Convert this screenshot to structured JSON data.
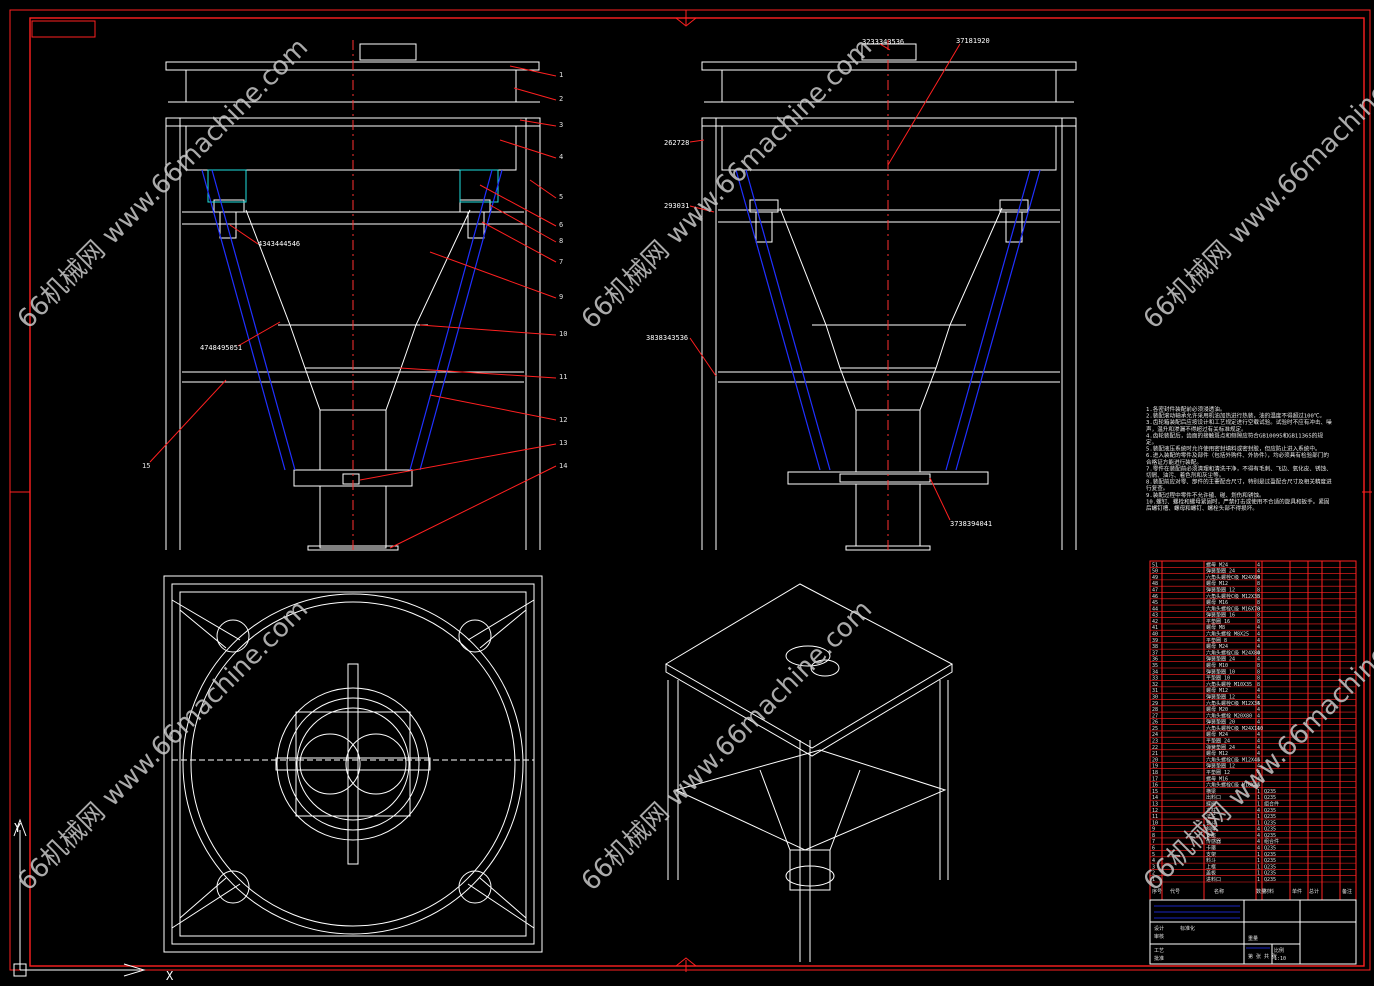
{
  "colors": {
    "background": "#000000",
    "frame": "#ff2020",
    "geometry": "#ffffff",
    "hidden_lines": "#2030ff",
    "center_lines": "#ff3030",
    "leaders": "#ff2020",
    "clamps": "#20e0e0",
    "watermark": "#c8c8c8"
  },
  "watermark": {
    "text": "66机械网 www.66machine.com"
  },
  "front_view": {
    "part_numbers": [
      "1",
      "2",
      "3",
      "4",
      "5",
      "6",
      "8",
      "7",
      "9",
      "10",
      "11",
      "12",
      "13",
      "14",
      "15"
    ],
    "labels": [
      "4343444546",
      "4748495051"
    ]
  },
  "side_view": {
    "labels": [
      "3233343536",
      "37181920",
      "262728",
      "293031",
      "3838343536",
      "3738394041"
    ]
  },
  "notes": [
    "1.各密封件装配前必须浸透油。",
    "2.装配滚动轴承允许采用机油加热进行热装，油的温度不得超过100℃。",
    "3.齿轮箱装配后应按设计和工艺规定进行空载试验。试验时不应有冲击、噪",
    "  声，温升和渗漏不得超过有关标准规定。",
    "4.齿轮装配后，齿面的接触斑点和侧隙应符合GB10095和GB11365的规",
    "  定。",
    "5.装配液压系统时允许使用密封填料或密封胶，但应防止进入系统中。",
    "6.进入装配的零件及部件（包括外购件、外协件），均必须具有检验部门的",
    "  合格证方能进行装配。",
    "7.零件在装配前必须清理和清洗干净，不得有毛刺、飞边、氧化皮、锈蚀、",
    "  切屑、油污、着色剂和灰尘等。",
    "8.装配前应对零、部件的主要配合尺寸，特别是过盈配合尺寸及相关精度进",
    "  行复查。",
    "9.装配过程中零件不允许磕、碰、划伤和锈蚀。",
    "10.螺钉、螺栓和螺母紧固时，严禁打击或使用不合适的旋具和扳手。紧固",
    "  后螺钉槽、螺母和螺钉、螺栓头部不得损坏。"
  ],
  "bom": {
    "headers": [
      "序号",
      "代号",
      "名称",
      "数量",
      "材料",
      "单件",
      "总计",
      "备注"
    ],
    "rows": [
      {
        "no": "51",
        "name": "螺母 M24",
        "qty": "4"
      },
      {
        "no": "50",
        "name": "弹簧垫圈 24",
        "qty": "4"
      },
      {
        "no": "49",
        "name": "六角头螺栓C级 M24X80",
        "qty": "4"
      },
      {
        "no": "48",
        "name": "螺母 M12",
        "qty": "8"
      },
      {
        "no": "47",
        "name": "弹簧垫圈 12",
        "qty": "8"
      },
      {
        "no": "46",
        "name": "六角头螺栓C级 M12X35",
        "qty": "8"
      },
      {
        "no": "45",
        "name": "螺母 M16",
        "qty": "8"
      },
      {
        "no": "44",
        "name": "六角头螺栓C级 M16X70",
        "qty": "8"
      },
      {
        "no": "43",
        "name": "弹簧垫圈 16",
        "qty": "8"
      },
      {
        "no": "42",
        "name": "平垫圈 16",
        "qty": "8"
      },
      {
        "no": "41",
        "name": "螺母 M8",
        "qty": "4"
      },
      {
        "no": "40",
        "name": "六角头螺栓 M8X25",
        "qty": "4"
      },
      {
        "no": "39",
        "name": "平垫圈 8",
        "qty": "4"
      },
      {
        "no": "38",
        "name": "螺母 M24",
        "qty": "4"
      },
      {
        "no": "37",
        "name": "六角头螺栓C级 M24X80",
        "qty": "4"
      },
      {
        "no": "36",
        "name": "弹簧垫圈 24",
        "qty": "4"
      },
      {
        "no": "35",
        "name": "螺母 M10",
        "qty": "8"
      },
      {
        "no": "34",
        "name": "弹簧垫圈 10",
        "qty": "8"
      },
      {
        "no": "33",
        "name": "平垫圈 10",
        "qty": "8"
      },
      {
        "no": "32",
        "name": "六角头螺栓 M10X35",
        "qty": "8"
      },
      {
        "no": "31",
        "name": "螺母 M12",
        "qty": "4"
      },
      {
        "no": "30",
        "name": "弹簧垫圈 12",
        "qty": "4"
      },
      {
        "no": "29",
        "name": "六角头螺栓C级 M12X35",
        "qty": "4"
      },
      {
        "no": "28",
        "name": "螺母 M20",
        "qty": "4"
      },
      {
        "no": "27",
        "name": "六角头螺栓 M20X80",
        "qty": "4"
      },
      {
        "no": "26",
        "name": "弹簧垫圈 20",
        "qty": "4"
      },
      {
        "no": "25",
        "name": "六角头螺栓C级 M24X110",
        "qty": "4"
      },
      {
        "no": "24",
        "name": "螺母 M24",
        "qty": "4"
      },
      {
        "no": "23",
        "name": "平垫圈 24",
        "qty": "4"
      },
      {
        "no": "22",
        "name": "弹簧垫圈 24",
        "qty": "4"
      },
      {
        "no": "21",
        "name": "螺母 M12",
        "qty": "4"
      },
      {
        "no": "20",
        "name": "六角头螺栓C级 M12X45",
        "qty": "4"
      },
      {
        "no": "19",
        "name": "弹簧垫圈 12",
        "qty": "4"
      },
      {
        "no": "18",
        "name": "平垫圈 12",
        "qty": "4"
      },
      {
        "no": "17",
        "name": "螺母 M16",
        "qty": "4"
      },
      {
        "no": "16",
        "name": "六角头螺栓C级 M16X45",
        "qty": "4"
      },
      {
        "no": "15",
        "name": "横梁",
        "qty": "1",
        "mat": "Q235"
      },
      {
        "no": "14",
        "name": "出料口",
        "qty": "1",
        "mat": "Q235"
      },
      {
        "no": "13",
        "name": "蝶阀",
        "qty": "1",
        "mat": "组合件"
      },
      {
        "no": "12",
        "name": "立柱",
        "qty": "4",
        "mat": "Q235"
      },
      {
        "no": "11",
        "name": "法兰",
        "qty": "1",
        "mat": "Q235"
      },
      {
        "no": "10",
        "name": "锥斗",
        "qty": "1",
        "mat": "Q235"
      },
      {
        "no": "9",
        "name": "斜撑",
        "qty": "4",
        "mat": "Q235"
      },
      {
        "no": "8",
        "name": "支座",
        "qty": "4",
        "mat": "Q235"
      },
      {
        "no": "7",
        "name": "传感器",
        "qty": "4",
        "mat": "组合件"
      },
      {
        "no": "6",
        "name": "卡箍",
        "qty": "4",
        "mat": "Q235"
      },
      {
        "no": "5",
        "name": "支架",
        "qty": "1",
        "mat": "Q235"
      },
      {
        "no": "4",
        "name": "料斗",
        "qty": "1",
        "mat": "Q235"
      },
      {
        "no": "3",
        "name": "上框",
        "qty": "1",
        "mat": "Q235"
      },
      {
        "no": "2",
        "name": "盖板",
        "qty": "1",
        "mat": "Q235"
      },
      {
        "no": "1",
        "name": "进料口",
        "qty": "1",
        "mat": "Q235"
      }
    ]
  },
  "title_block": {
    "weight_label": "重量",
    "scale_label": "比例",
    "scale": "1:10",
    "sheet": "第 张 共 张",
    "roles": [
      "设计",
      "审核",
      "工艺",
      "批准",
      "标准化"
    ]
  }
}
